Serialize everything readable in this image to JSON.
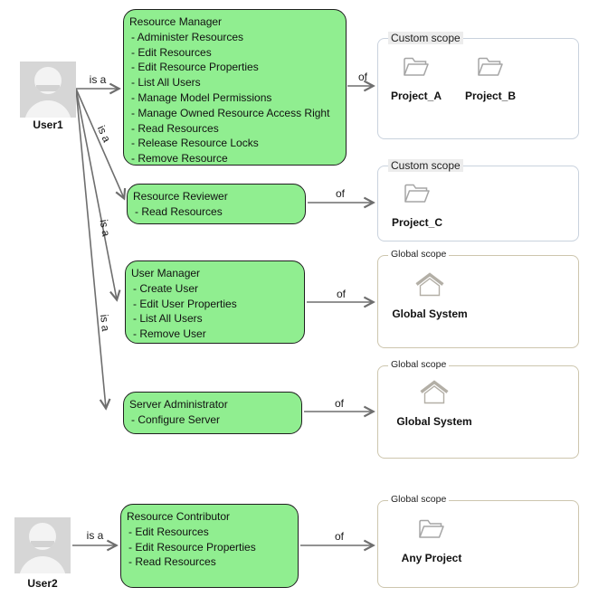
{
  "diagram": {
    "users": [
      {
        "name": "User1"
      },
      {
        "name": "User2"
      }
    ],
    "roles": [
      {
        "title": "Resource Manager",
        "permissions": [
          "- Administer Resources",
          "- Edit Resources",
          "- Edit Resource Properties",
          "- List All Users",
          "- Manage Model Permissions",
          "- Manage Owned Resource Access Right",
          "- Read Resources",
          "- Release Resource Locks",
          "- Remove Resource"
        ]
      },
      {
        "title": "Resource Reviewer",
        "permissions": [
          "- Read Resources"
        ]
      },
      {
        "title": "User Manager",
        "permissions": [
          "- Create User",
          "- Edit User Properties",
          "- List All Users",
          "- Remove User"
        ]
      },
      {
        "title": "Server Administrator",
        "permissions": [
          "- Configure Server"
        ]
      },
      {
        "title": "Resource Contributor",
        "permissions": [
          "- Edit Resources",
          "- Edit Resource Properties",
          "- Read Resources"
        ]
      }
    ],
    "scopes": [
      {
        "label": "Custom scope",
        "items": [
          {
            "icon": "folder-icon",
            "name": "Project_A"
          },
          {
            "icon": "folder-icon",
            "name": "Project_B"
          }
        ]
      },
      {
        "label": "Custom scope",
        "items": [
          {
            "icon": "folder-icon",
            "name": "Project_C"
          }
        ]
      },
      {
        "label": "Global scope",
        "items": [
          {
            "icon": "home-icon",
            "name": "Global System"
          }
        ]
      },
      {
        "label": "Global scope",
        "items": [
          {
            "icon": "home-icon",
            "name": "Global System"
          }
        ]
      },
      {
        "label": "Global scope",
        "items": [
          {
            "icon": "folder-icon",
            "name": "Any Project"
          }
        ]
      }
    ],
    "edge_labels": {
      "is_a": "is a",
      "of": "of"
    },
    "colors": {
      "role_fill": "#90ee90",
      "role_border": "#1f1f1f",
      "custom_scope_border": "#c9d2dd",
      "global_scope_border": "#cdc6ae",
      "arrow": "#6e6e6e",
      "avatar_bg": "#d6d6d6",
      "avatar_fg": "#f3f3f3"
    }
  }
}
